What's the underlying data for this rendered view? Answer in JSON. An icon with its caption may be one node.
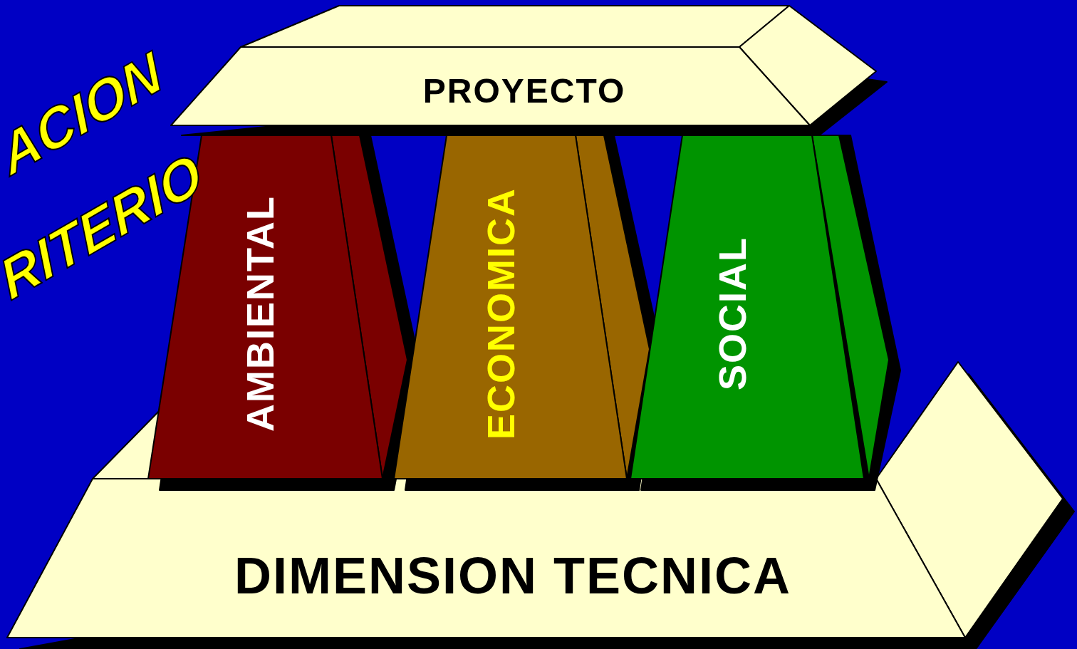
{
  "diagram": {
    "nodes": [
      {
        "text": [
          "PROYECTO"
        ]
      },
      {
        "text": [
          "AMBIENTAL"
        ]
      },
      {
        "text": [
          "ECONOMICA"
        ]
      },
      {
        "text": [
          "SOCIAL"
        ]
      },
      {
        "text": [
          "DIMENSION TECNICA"
        ]
      }
    ],
    "labels": [
      "ACION",
      "RITERIO"
    ]
  }
}
